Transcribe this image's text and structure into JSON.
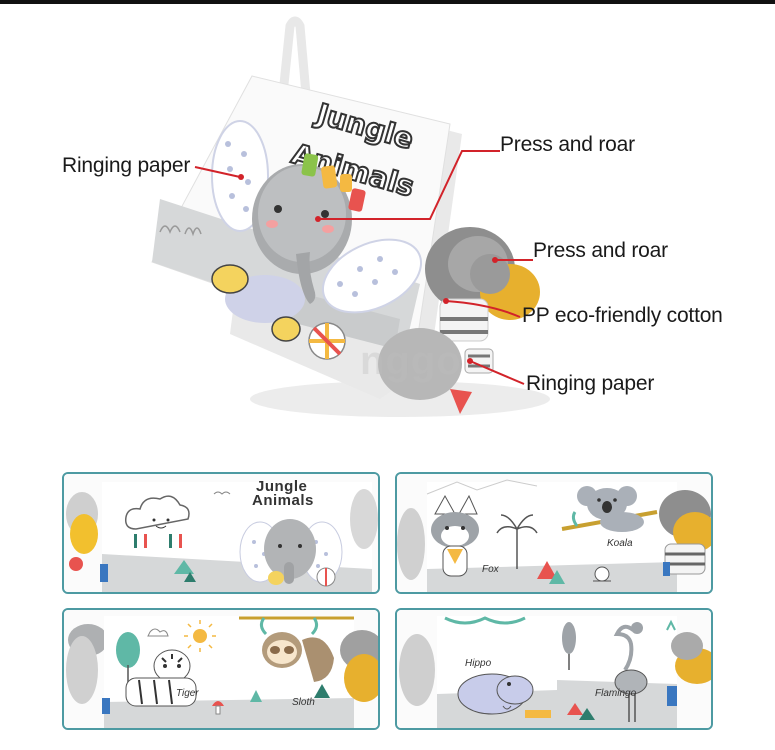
{
  "hero": {
    "book_title_line1": "Jungle",
    "book_title_line2": "Animals",
    "callouts": [
      {
        "label": "Ringing paper"
      },
      {
        "label": "Press and roar"
      },
      {
        "label": "Press and roar"
      },
      {
        "label": "PP eco-friendly cotton"
      },
      {
        "label": "Ringing paper"
      }
    ],
    "watermark": "nggo",
    "accent_color": "#d2232a"
  },
  "panels": [
    {
      "title_line1": "Jungle",
      "title_line2": "Animals",
      "labels": []
    },
    {
      "labels": [
        "Koala",
        "Fox"
      ]
    },
    {
      "labels": [
        "Tiger",
        "Sloth"
      ]
    },
    {
      "labels": [
        "Hippo",
        "Flamingo"
      ]
    }
  ],
  "colors": {
    "panel_border": "#4d9aa2",
    "callout_line": "#d2232a"
  }
}
